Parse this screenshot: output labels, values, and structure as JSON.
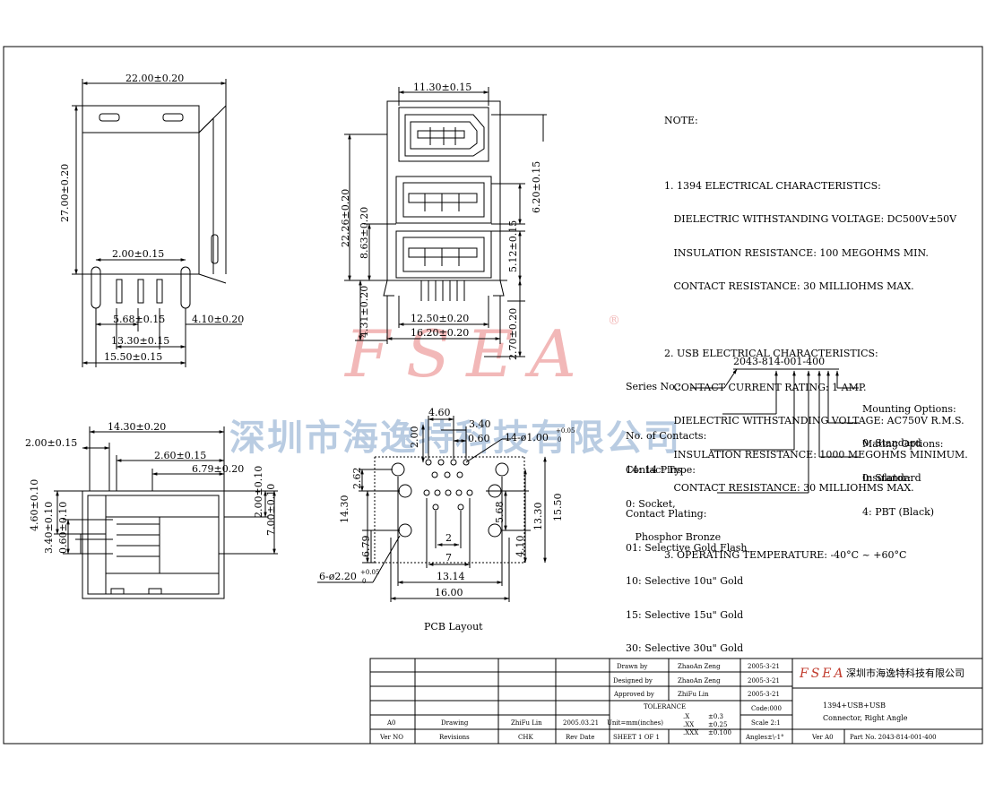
{
  "brand": {
    "watermark": "FSEA",
    "registered": "®",
    "company_cn": "深圳市海逸特科技有限公司",
    "colors": {
      "watermark_red": "#f2b8b8",
      "watermark_blue": "#b9cce2"
    }
  },
  "front_view": {
    "w": "22.00±0.20",
    "h": "27.00±0.20",
    "pin_pitch": "2.00±0.15",
    "pin_a": "5.68±0.15",
    "pin_b": "4.10±0.20",
    "pin_c": "13.30±0.15",
    "pin_d": "15.50±0.15"
  },
  "side_view": {
    "w": "11.30±0.15",
    "h": "22.26±0.20",
    "usb_h1": "6.20±0.15",
    "usb_h2": "8.63±0.20",
    "usb_h3": "5.12±0.15",
    "base": "4.31±0.20",
    "w2": "12.50±0.20",
    "w3": "16.20±0.20",
    "foot": "2.70±0.20"
  },
  "top_view": {
    "a": "14.30±0.20",
    "b": "2.00±0.15",
    "c": "2.60±0.15",
    "d": "6.79±0.20",
    "e": "4.60±0.10",
    "f": "3.40±0.10",
    "g": "0.60±0.10",
    "h": "2.00±0.10",
    "i": "7.00±0.10"
  },
  "pcb": {
    "title": "PCB Layout",
    "d460": "4.60",
    "d340": "3.40",
    "d060": "0.60",
    "d200": "2.00",
    "holes": "14-ø1.00",
    "holes_tol_top": "+0.05",
    "holes_tol_bot": "0",
    "d262": "2.62",
    "d1430": "14.30",
    "d679": "6.79",
    "d568": "5.68",
    "d1330": "13.30",
    "d1550": "15.50",
    "d410": "4.10",
    "d2": "2",
    "d7": "7",
    "mount": "6-ø2.20",
    "mount_tol_top": "+0.05",
    "mount_tol_bot": "0",
    "d1314": "13.14",
    "d1600": "16.00"
  },
  "notes": {
    "title": "NOTE:",
    "lines": [
      "1. 1394 ELECTRICAL CHARACTERISTICS:",
      "   DIELECTRIC WITHSTANDING VOLTAGE: DC500V±50V",
      "   INSULATION RESISTANCE: 100 MEGOHMS MIN.",
      "   CONTACT RESISTANCE: 30 MILLIOHMS MAX.",
      "",
      "2. USB ELECTRICAL CHARACTERISTICS:",
      "   CONTACT CURRENT RATING: 1 AMP.",
      "   DIELECTRIC WITHSTANDING VOLTAGE: AC750V R.M.S.",
      "   INSULATION RESISTANCE: 1000 MEGOHMS MINIMUM.",
      "   CONTACT RESISTANCE: 30 MILLIOHMS MAX.",
      "",
      "3. OPERATING TEMPERATURE: -40°C ~ +60°C"
    ]
  },
  "part_code": {
    "code": "2043-814-001-400",
    "series_label": "Series No.:",
    "contacts": [
      "No. of Contacts:",
      "14: 14 Pins"
    ],
    "contact_type": [
      "Contact Type:",
      "0: Socket,",
      "   Phosphor Bronze"
    ],
    "plating": [
      "Contact Plating:",
      "01: Selective Gold Flash",
      "10: Selective 10u\" Gold",
      "15: Selective 15u\" Gold",
      "30: Selective 30u\" Gold"
    ],
    "mounting": [
      "Mounting Options:",
      "0: Standard"
    ],
    "mating": [
      "Mating Options:",
      "0: Standard"
    ],
    "insulator": [
      "Insulator:",
      "4: PBT (Black)"
    ]
  },
  "title_block": {
    "drawn_label": "Drawn   by",
    "drawn_name": "ZhaoAn Zeng",
    "drawn_date": "2005-3-21",
    "designed_label": "Designed by",
    "designed_name": "ZhaoAn Zeng",
    "designed_date": "2005-3-21",
    "approved_label": "Approved by",
    "approved_name": "ZhiFu Lin",
    "approved_date": "2005-3-21",
    "tolerance": "TOLERANCE",
    "tol_x": ".X",
    "tol_x_v": "±0.3",
    "tol_xx": ".XX",
    "tol_xx_v": "±0.25",
    "tol_xxx": ".XXX",
    "tol_xxx_v": "±0.100",
    "code": "Code:000",
    "scale": "Scale  2:1",
    "angles": "Angles±\\-1°",
    "units": "Unit=mm(inches)",
    "sheet": "SHEET  1  OF  1",
    "rev_ver": "A0",
    "rev_drawing": "Drawing",
    "rev_chk": "ZhiFu Lin",
    "rev_date": "2005.03.21",
    "h_verno": "Ver NO",
    "h_revisions": "Revisions",
    "h_chk": "CHK",
    "h_revdate": "Rev Date",
    "title_l1": "1394+USB+USB",
    "title_l2": "Connector,  Right  Angle",
    "ver": "Ver A0",
    "part_no": "Part No.  2043-814-001-400"
  }
}
